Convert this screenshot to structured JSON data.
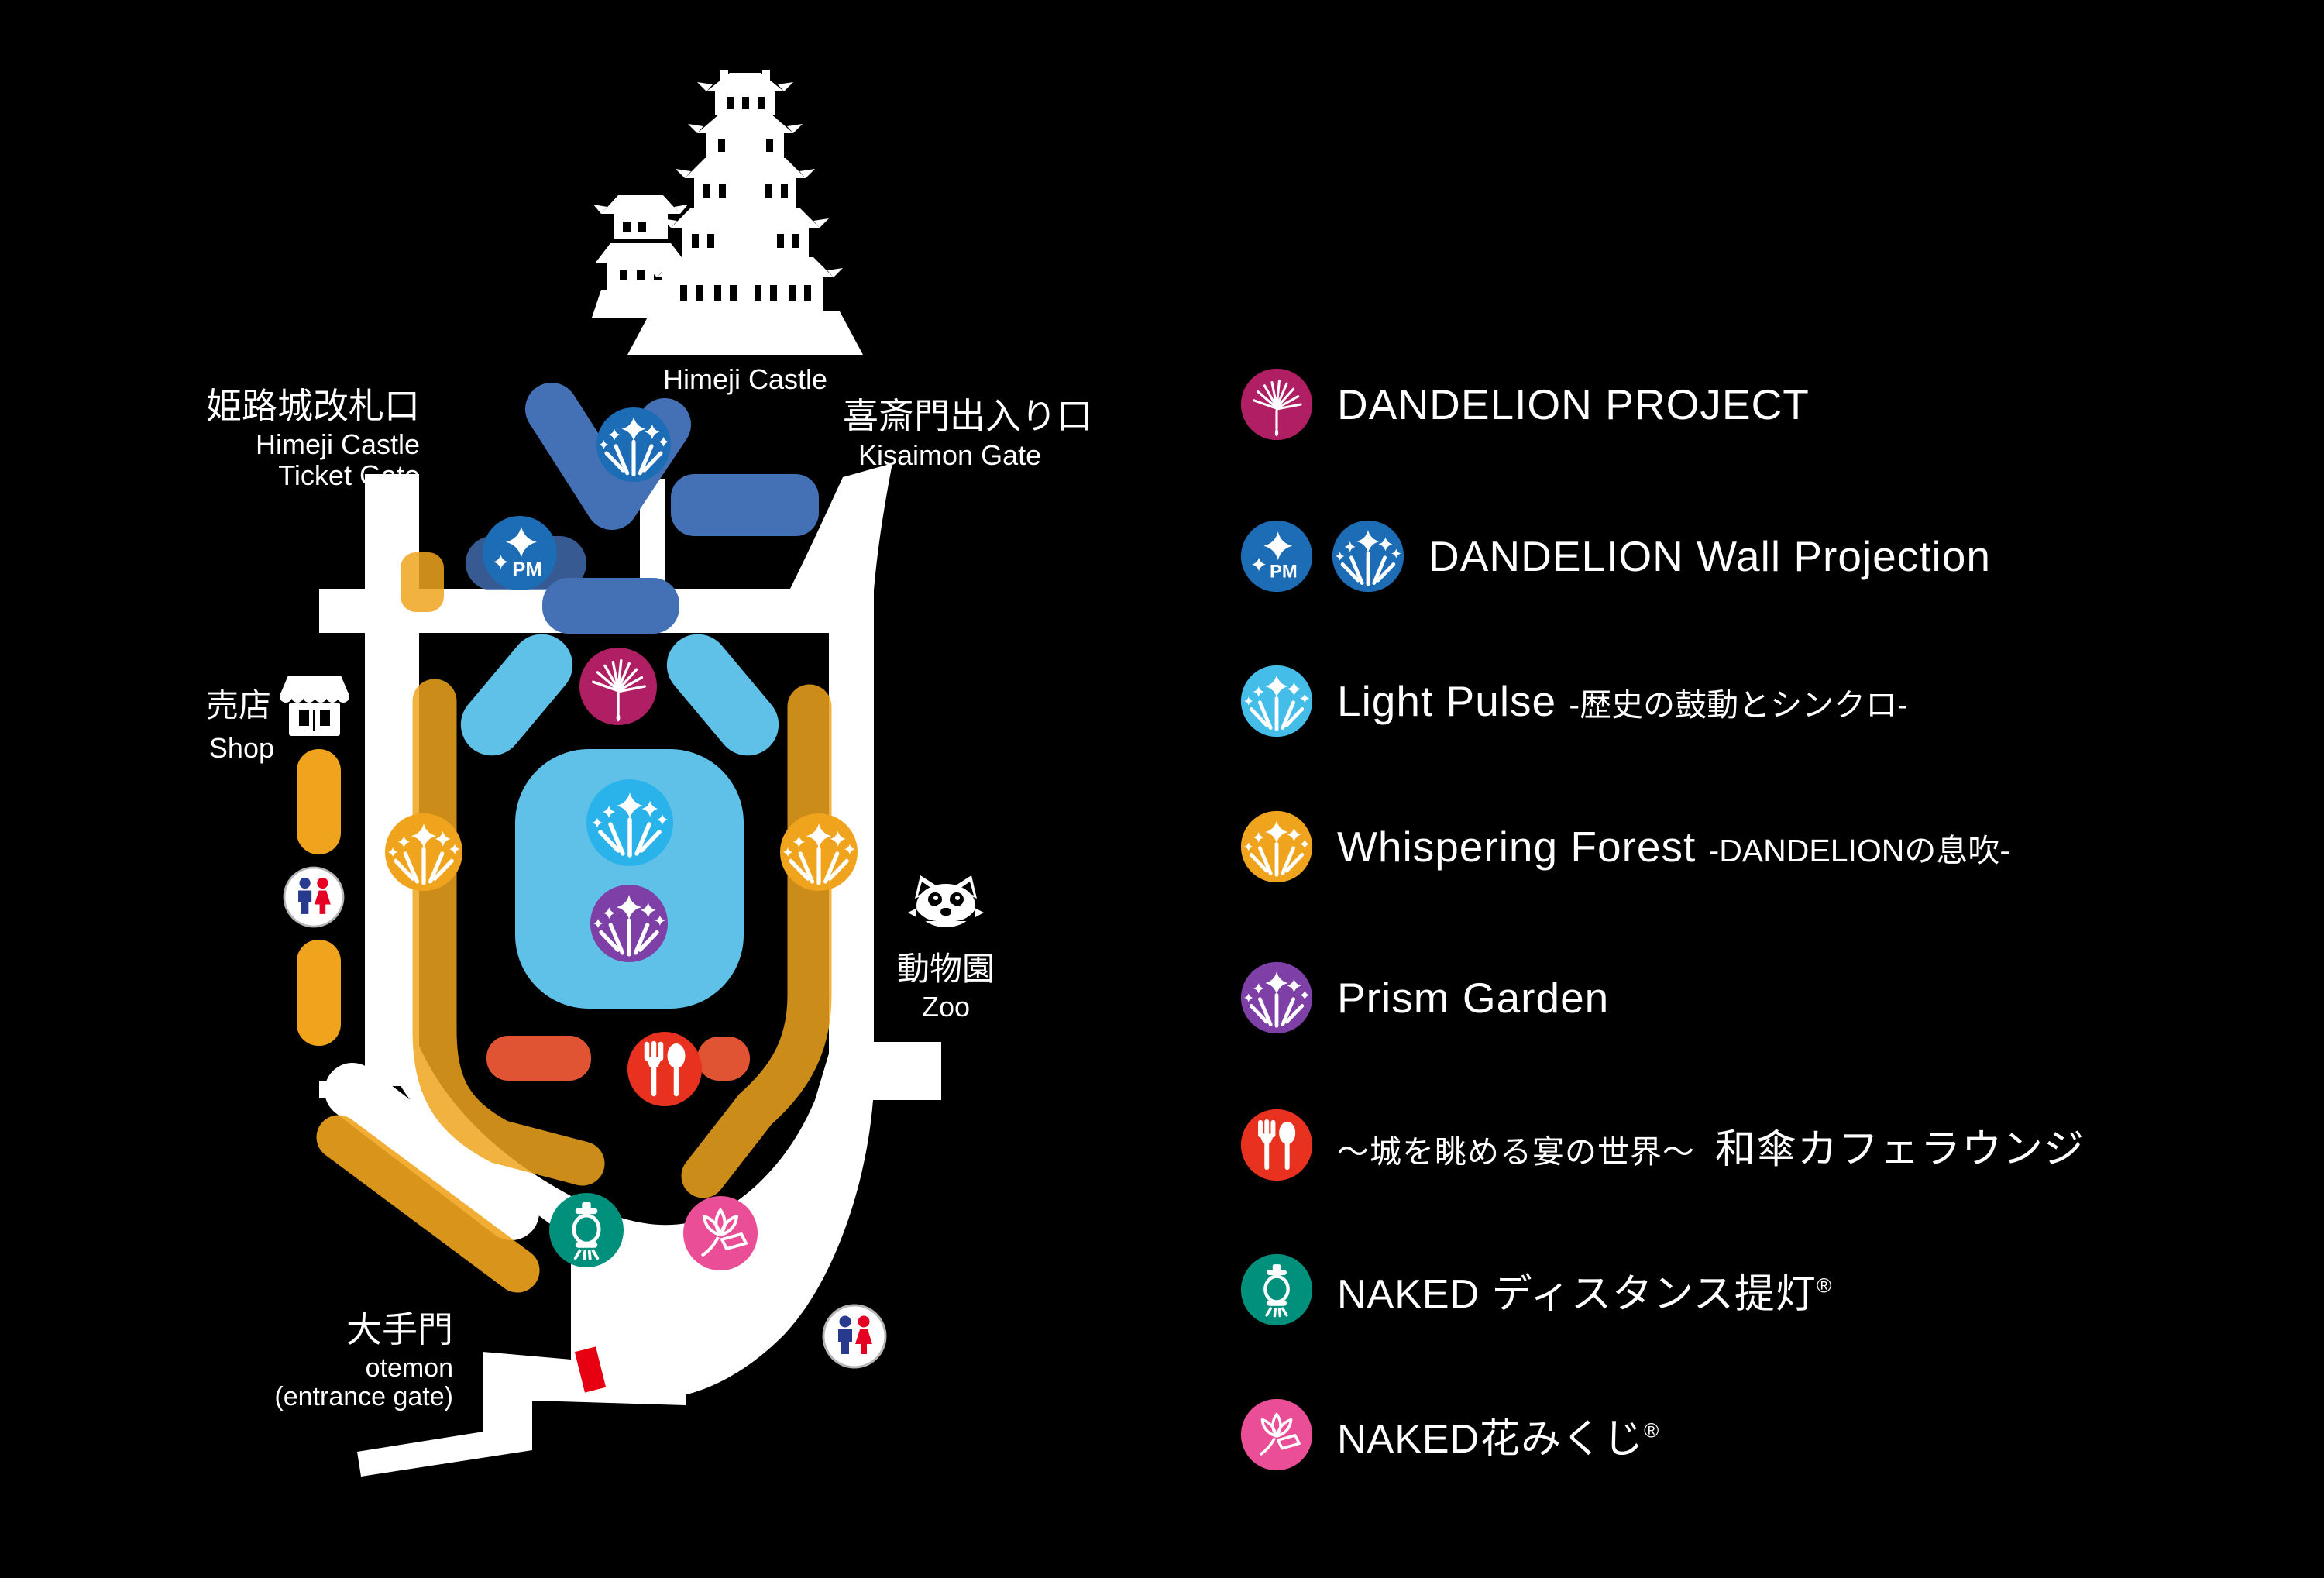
{
  "map": {
    "labels": {
      "castle_ja": "姫路城",
      "castle_en": "Himeji Castle",
      "ticket_ja": "姫路城改札口",
      "ticket_en1": "Himeji Castle",
      "ticket_en2": "Ticket Gate",
      "kisaimon_ja": "喜斎門出入り口",
      "kisaimon_en": "Kisaimon Gate",
      "shop_ja": "売店",
      "shop_en": "Shop",
      "zoo_ja": "動物園",
      "zoo_en": "Zoo",
      "otemon_ja": "大手門",
      "otemon_en1": "otemon",
      "otemon_en2": "(entrance gate)",
      "pm": "PM"
    },
    "colors": {
      "background": "#000000",
      "road_white": "#ffffff",
      "path_orange": "#f0a41e",
      "area_steel_blue": "#4471b5",
      "marker_blue": "#1c6cb6",
      "light_blue_area": "#5fc1e8",
      "light_blue_badge": "#29b3ea",
      "magenta": "#b01f63",
      "purple": "#7e3fa6",
      "red_marker": "#e8321f",
      "red_area": "#e05434",
      "gate_red": "#e60012",
      "teal": "#00907c",
      "pink": "#e94e96",
      "toilet_man_blue": "#283a8e",
      "toilet_woman_red": "#e60023"
    }
  },
  "legend": {
    "items": [
      {
        "name": "dandelion-project",
        "icon": "dandelion",
        "color": "#b01f63",
        "label": "DANDELION PROJECT"
      },
      {
        "name": "dandelion-wall-projection",
        "icon": "sparkle-pm + fireworks",
        "color": "#1c6cb6",
        "label": "DANDELION Wall Projection"
      },
      {
        "name": "light-pulse",
        "icon": "fireworks",
        "color": "#45bde9",
        "label": "Light Pulse",
        "sub": "-歴史の鼓動とシンクロ-"
      },
      {
        "name": "whispering-forest",
        "icon": "fireworks",
        "color": "#f0a41e",
        "label": "Whispering Forest",
        "sub": "-DANDELIONの息吹-"
      },
      {
        "name": "prism-garden",
        "icon": "fireworks",
        "color": "#7e3fa6",
        "label": "Prism Garden"
      },
      {
        "name": "wagasa-cafe-lounge",
        "icon": "fork-spoon",
        "color": "#e8321f",
        "prefix": "～城を眺める宴の世界～",
        "label": "和傘カフェラウンジ"
      },
      {
        "name": "naked-distance-lantern",
        "icon": "lantern",
        "color": "#00907c",
        "label": "NAKED ディスタンス提灯",
        "reg": "®"
      },
      {
        "name": "naked-hanamikuji",
        "icon": "lotus",
        "color": "#e94e96",
        "label": "NAKED花みくじ",
        "reg": "®"
      }
    ]
  }
}
